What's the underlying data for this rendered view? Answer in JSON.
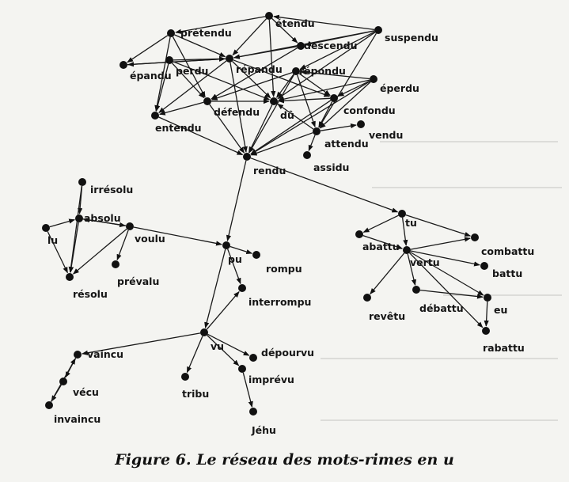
{
  "caption": "Figure 6. Le réseau des mots-rimes en u",
  "colors": {
    "ink": "#111111",
    "paper": "#f4f4f1"
  },
  "nodes": [
    {
      "id": "etendu",
      "label": "étendu"
    },
    {
      "id": "pretendu",
      "label": "prétendu"
    },
    {
      "id": "suspendu",
      "label": "suspendu"
    },
    {
      "id": "descendu",
      "label": "descendu"
    },
    {
      "id": "epandu",
      "label": "épandu"
    },
    {
      "id": "perdu",
      "label": "perdu"
    },
    {
      "id": "repandu",
      "label": "répandu"
    },
    {
      "id": "repondu",
      "label": "répondu"
    },
    {
      "id": "eperdu",
      "label": "éperdu"
    },
    {
      "id": "defendu",
      "label": "défendu"
    },
    {
      "id": "du",
      "label": "dû"
    },
    {
      "id": "confondu",
      "label": "confondu"
    },
    {
      "id": "entendu",
      "label": "entendu"
    },
    {
      "id": "vendu",
      "label": "vendu"
    },
    {
      "id": "attendu",
      "label": "attendu"
    },
    {
      "id": "assidu",
      "label": "assidu"
    },
    {
      "id": "rendu",
      "label": "rendu"
    },
    {
      "id": "irresolu",
      "label": "irrésolu"
    },
    {
      "id": "absolu",
      "label": "absolu"
    },
    {
      "id": "lu",
      "label": "lu"
    },
    {
      "id": "voulu",
      "label": "voulu"
    },
    {
      "id": "prevalu",
      "label": "prévalu"
    },
    {
      "id": "resolu",
      "label": "résolu"
    },
    {
      "id": "pu",
      "label": "pu"
    },
    {
      "id": "rompu",
      "label": "rompu"
    },
    {
      "id": "interrompu",
      "label": "interrompu"
    },
    {
      "id": "vu",
      "label": "vu"
    },
    {
      "id": "vaincu",
      "label": "vaincu"
    },
    {
      "id": "vecu",
      "label": "vécu"
    },
    {
      "id": "invaincu",
      "label": "invaincu"
    },
    {
      "id": "tribu",
      "label": "tribu"
    },
    {
      "id": "depourvu",
      "label": "dépourvu"
    },
    {
      "id": "imprevu",
      "label": "imprévu"
    },
    {
      "id": "jehu",
      "label": "Jéhu"
    },
    {
      "id": "tu",
      "label": "tu"
    },
    {
      "id": "abattu",
      "label": "abattu"
    },
    {
      "id": "vertu",
      "label": "vertu"
    },
    {
      "id": "combattu",
      "label": "combattu"
    },
    {
      "id": "battu",
      "label": "battu"
    },
    {
      "id": "revetu",
      "label": "revêtu"
    },
    {
      "id": "debattu",
      "label": "débattu"
    },
    {
      "id": "eu",
      "label": "eu"
    },
    {
      "id": "rabattu",
      "label": "rabattu"
    }
  ],
  "edges": [
    [
      "etendu",
      "pretendu"
    ],
    [
      "etendu",
      "repandu"
    ],
    [
      "etendu",
      "descendu"
    ],
    [
      "etendu",
      "du"
    ],
    [
      "suspendu",
      "etendu"
    ],
    [
      "suspendu",
      "descendu"
    ],
    [
      "suspendu",
      "repondu"
    ],
    [
      "suspendu",
      "du"
    ],
    [
      "suspendu",
      "attendu"
    ],
    [
      "suspendu",
      "repandu"
    ],
    [
      "pretendu",
      "epandu"
    ],
    [
      "pretendu",
      "repandu"
    ],
    [
      "pretendu",
      "defendu"
    ],
    [
      "pretendu",
      "entendu"
    ],
    [
      "epandu",
      "repandu"
    ],
    [
      "repandu",
      "epandu"
    ],
    [
      "perdu",
      "repandu"
    ],
    [
      "perdu",
      "defendu"
    ],
    [
      "perdu",
      "entendu"
    ],
    [
      "perdu",
      "du"
    ],
    [
      "descendu",
      "repandu"
    ],
    [
      "descendu",
      "defendu"
    ],
    [
      "repandu",
      "du"
    ],
    [
      "repandu",
      "confondu"
    ],
    [
      "repandu",
      "entendu"
    ],
    [
      "repondu",
      "du"
    ],
    [
      "repondu",
      "confondu"
    ],
    [
      "repondu",
      "defendu"
    ],
    [
      "repondu",
      "attendu"
    ],
    [
      "eperdu",
      "repondu"
    ],
    [
      "eperdu",
      "du"
    ],
    [
      "eperdu",
      "confondu"
    ],
    [
      "eperdu",
      "attendu"
    ],
    [
      "defendu",
      "du"
    ],
    [
      "defendu",
      "entendu"
    ],
    [
      "confondu",
      "du"
    ],
    [
      "confondu",
      "attendu"
    ],
    [
      "entendu",
      "rendu"
    ],
    [
      "defendu",
      "rendu"
    ],
    [
      "du",
      "rendu"
    ],
    [
      "repondu",
      "rendu"
    ],
    [
      "repandu",
      "rendu"
    ],
    [
      "confondu",
      "rendu"
    ],
    [
      "attendu",
      "rendu"
    ],
    [
      "eperdu",
      "rendu"
    ],
    [
      "attendu",
      "vendu"
    ],
    [
      "attendu",
      "assidu"
    ],
    [
      "attendu",
      "du"
    ],
    [
      "rendu",
      "pu"
    ],
    [
      "rendu",
      "tu"
    ],
    [
      "irresolu",
      "absolu"
    ],
    [
      "irresolu",
      "resolu"
    ],
    [
      "absolu",
      "voulu"
    ],
    [
      "absolu",
      "resolu"
    ],
    [
      "lu",
      "absolu"
    ],
    [
      "lu",
      "resolu"
    ],
    [
      "voulu",
      "absolu"
    ],
    [
      "voulu",
      "resolu"
    ],
    [
      "voulu",
      "prevalu"
    ],
    [
      "voulu",
      "pu"
    ],
    [
      "pu",
      "rompu"
    ],
    [
      "pu",
      "interrompu"
    ],
    [
      "pu",
      "vu"
    ],
    [
      "vu",
      "interrompu"
    ],
    [
      "vu",
      "vaincu"
    ],
    [
      "vu",
      "tribu"
    ],
    [
      "vu",
      "depourvu"
    ],
    [
      "vu",
      "imprevu"
    ],
    [
      "imprevu",
      "jehu"
    ],
    [
      "vaincu",
      "vecu"
    ],
    [
      "vecu",
      "invaincu"
    ],
    [
      "invaincu",
      "vaincu"
    ],
    [
      "tu",
      "abattu"
    ],
    [
      "tu",
      "vertu"
    ],
    [
      "tu",
      "combattu"
    ],
    [
      "vertu",
      "combattu"
    ],
    [
      "vertu",
      "battu"
    ],
    [
      "vertu",
      "revetu"
    ],
    [
      "vertu",
      "debattu"
    ],
    [
      "vertu",
      "eu"
    ],
    [
      "abattu",
      "vertu"
    ],
    [
      "debattu",
      "eu"
    ],
    [
      "eu",
      "rabattu"
    ],
    [
      "vertu",
      "rabattu"
    ]
  ]
}
